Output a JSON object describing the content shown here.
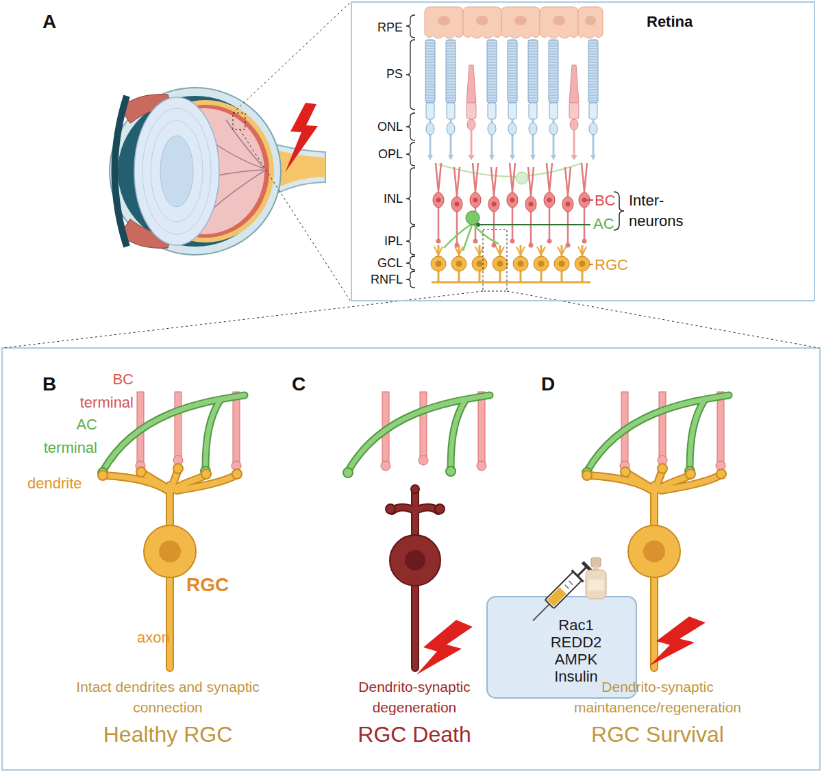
{
  "diagram": {
    "nodes": [
      {
        "text": [
          "Retina"
        ]
      },
      {
        "text": [
          "Rac1 REDD2 AMPK Insulin"
        ]
      }
    ],
    "labels": [
      "A",
      "RPE",
      "PS",
      "ONL",
      "OPL",
      "INL",
      "IPL",
      "GCL",
      "RNFL",
      "BC",
      "AC",
      "Inter- neurons",
      "RGC",
      "B",
      "C",
      "D",
      "BC terminal",
      "AC terminal",
      "dendrite",
      "RGC",
      "axon",
      "Intact dendrites and synaptic connection",
      "Healthy RGC",
      "Dendrito-synaptic degeneration",
      "RGC Death",
      "Dendrito-synaptic maintanence/regeneration",
      "RGC Survival"
    ]
  }
}
